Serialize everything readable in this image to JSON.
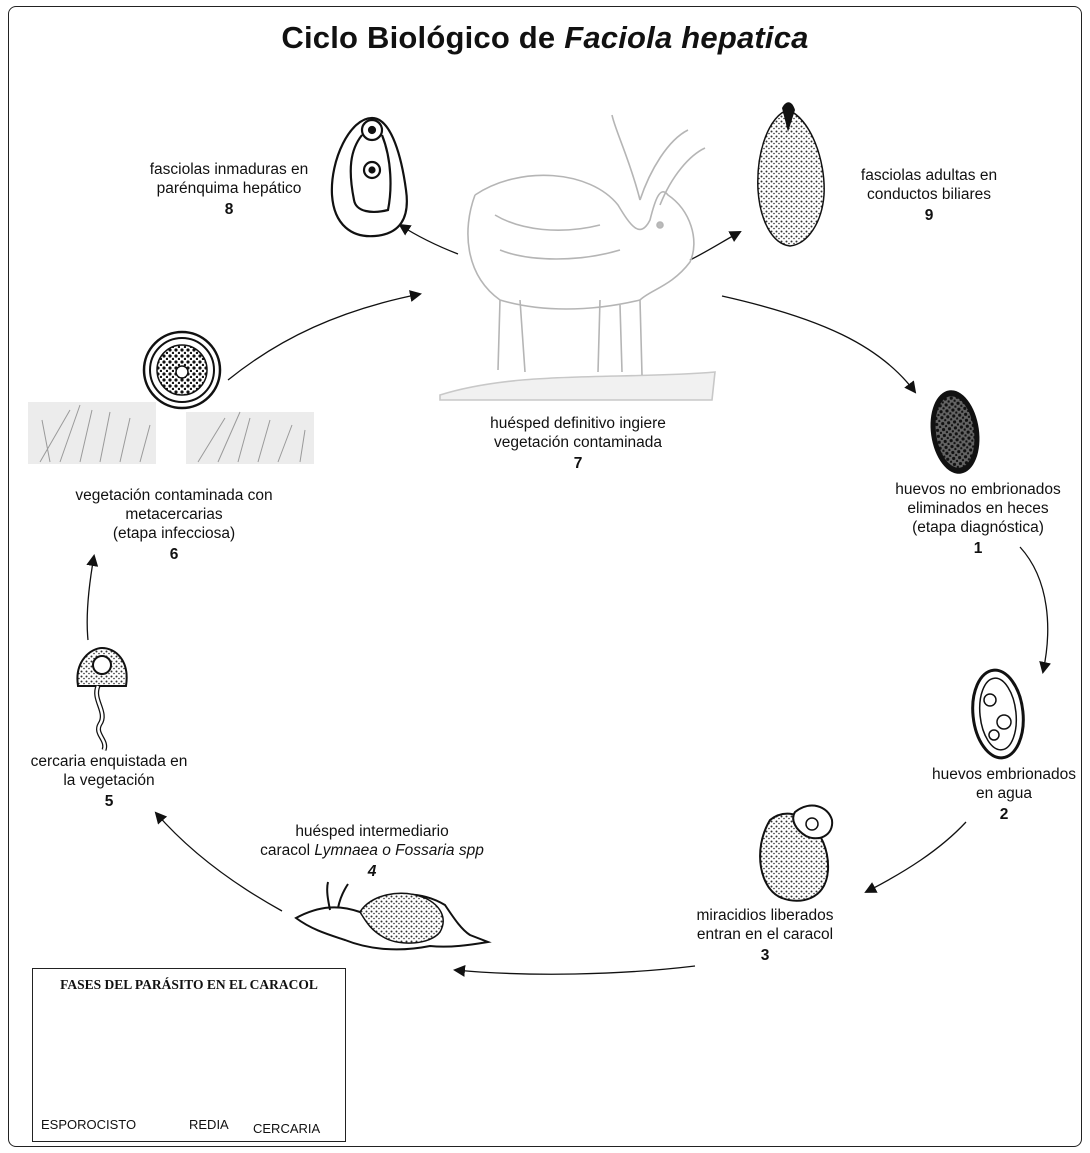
{
  "title": {
    "prefix": "Ciclo Biológico de",
    "italic": "Faciola hepatica"
  },
  "stages": {
    "s1": {
      "lines": [
        "huevos no embrionados",
        "eliminados en heces",
        "(etapa diagnóstica)"
      ],
      "number": "1"
    },
    "s2": {
      "lines": [
        "huevos embrionados",
        "en agua"
      ],
      "number": "2"
    },
    "s3": {
      "lines": [
        "miracidios liberados",
        "entran en el caracol"
      ],
      "number": "3"
    },
    "s4": {
      "line1": "huésped intermediario",
      "line2_prefix": "caracol",
      "line2_italic": "Lymnaea o Fossaria spp",
      "number": "4"
    },
    "s5": {
      "lines": [
        "cercaria enquistada en",
        "la vegetación"
      ],
      "number": "5"
    },
    "s6": {
      "lines": [
        "vegetación contaminada con",
        "metacercarias",
        "(etapa infecciosa)"
      ],
      "number": "6"
    },
    "s7": {
      "lines": [
        "huésped definitivo ingiere",
        "vegetación contaminada"
      ],
      "number": "7"
    },
    "s8": {
      "lines": [
        "fasciolas inmaduras en",
        "parénquima hepático"
      ],
      "number": "8"
    },
    "s9": {
      "lines": [
        "fasciolas adultas en",
        "conductos biliares"
      ],
      "number": "9"
    }
  },
  "snail_panel": {
    "title": "FASES DEL PARÁSITO EN EL CARACOL",
    "labels": [
      "ESPOROCISTO",
      "REDIA",
      "CERCARIA"
    ]
  }
}
